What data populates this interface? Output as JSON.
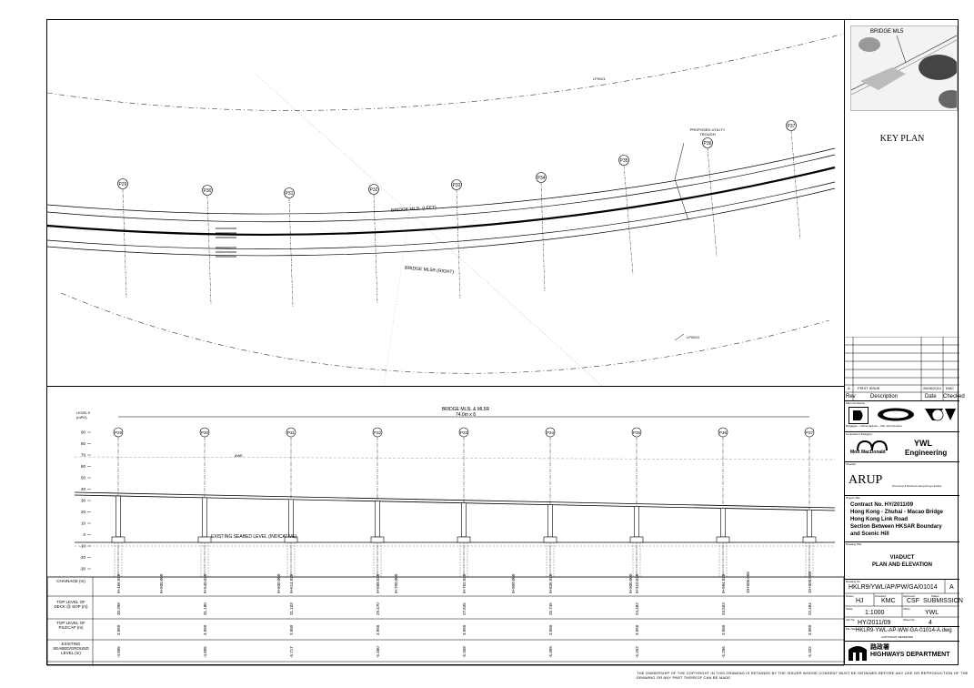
{
  "key_plan": {
    "title": "KEY PLAN",
    "bridge_label": "BRIDGE ML5"
  },
  "plan": {
    "piers": [
      "P29",
      "P30",
      "P31",
      "P32",
      "P33",
      "P34",
      "P35",
      "P36",
      "P37"
    ],
    "bridge_left": "BRIDGE ML5L (LEFT)",
    "bridge_right": "BRIDGE ML5R (RIGHT)",
    "utility_trough": "PROPOSED UTILITY TROUGH",
    "upper_label": "LP0021",
    "lower_label": "LP0024"
  },
  "elevation": {
    "bridge_label": "BRIDGE ML5L & ML5R",
    "span_label": "74.0m x 8",
    "levels_label": "LEVELS (mPD)",
    "axis_ticks": [
      "90",
      "80",
      "70",
      "60",
      "50",
      "40",
      "30",
      "20",
      "10",
      "0",
      "-10",
      "-20",
      "-30"
    ],
    "awl_label": "AWE",
    "seabed_label": "EXISTING SEABED LEVEL (INDICATIVE)",
    "piers": [
      "P29",
      "P30",
      "P31",
      "P32",
      "P33",
      "P34",
      "P35",
      "P36",
      "P37"
    ],
    "table": {
      "rows": [
        {
          "label": "CHAINAGE (m)",
          "values": [
            "9+466.028",
            "9+540.028",
            "9+614.028",
            "9+688.028",
            "9+762.028",
            "9+836.028",
            "9+910.028",
            "9+984.028",
            "10+058.028"
          ]
        },
        {
          "label": "TOP LEVEL OF DECK @ SOP (m)",
          "values": [
            "30.398",
            "31.180",
            "31.103",
            "29.470",
            "27.835",
            "25.745",
            "24.482",
            "23.563",
            "22.484"
          ]
        },
        {
          "label": "TOP LEVEL OF PILECAP (m)",
          "values": [
            "3.950",
            "3.950",
            "3.950",
            "3.950",
            "3.950",
            "3.950",
            "3.950",
            "3.950",
            "3.950"
          ]
        },
        {
          "label": "EXISTING SEABED/GROUND LEVEL (m)",
          "values": [
            "-4.805",
            "-4.805",
            "-5.717",
            "-5.460",
            "-5.358",
            "-5.309",
            "-5.252",
            "-5.256",
            "-5.322"
          ]
        }
      ],
      "intermediate_chainages": [
        "9+500.000",
        "9+600.000",
        "9+700.000",
        "9+800.000",
        "9+900.000",
        "10+000.000"
      ]
    }
  },
  "title_block": {
    "revision": {
      "rev": "A",
      "description": "FIRST ISSUE",
      "date": "26/06/2012",
      "checked": "KMC"
    },
    "revision_headers": {
      "rev": "Rev",
      "description": "Description",
      "date": "Date",
      "checked": "Checked"
    },
    "contractor_label": "Main Contractor",
    "contractor_caption": "Dragages - China Harbour - VSL Joint Venture",
    "designer_label": "Contractor's Designer",
    "mott": "Mott MacDonald",
    "ywl_1": "YWL",
    "ywl_2": "Engineering",
    "checker_label": "Checker",
    "arup": "ARUP",
    "arup_caption": "Ove Arup & Partners Hong Kong Limited",
    "project_label": "Project Title",
    "project_lines": [
      "Contract No. HY/2011/09",
      "Hong Kong - Zhuhai - Macao Bridge",
      "Hong Kong Link Road",
      "Section Between HKSAR Boundary",
      "and Scenic Hill"
    ],
    "drawing_title_label": "Drawing Title",
    "drawing_title": [
      "VIADUCT",
      "PLAN AND ELEVATION"
    ],
    "drawing_no_label": "Drawing No.",
    "drawing_no": "HKLR9/YWL/AP/PW/GA/01014",
    "rev_value": "A",
    "drawn_label": "Drawn",
    "drawn": "HJ",
    "checked_label": "Checked",
    "checked": "KMC",
    "approved_label": "Approved",
    "approved": "CSF",
    "status_label": "Status",
    "status": "SUBMISSION",
    "scale_label": "Scale",
    "scale": "1:1000",
    "office_label": "Office",
    "office": "YWL",
    "job_no_label": "Job No.",
    "job_no": "HY/2011/09",
    "sheet_no_label": "Sheet No.",
    "sheet_no": "4",
    "file_label": "File Name",
    "file_name": "HKLR9-YWL-AP-WW-GA-01014-A.dwg",
    "copyright": "COPYRIGHT RESERVED",
    "department": "HIGHWAYS DEPARTMENT"
  },
  "footer": {
    "note": "THE OWNERSHIP OF THE COPYRIGHT IN THIS DRAWING IS RETAINED BY THE ISSUER WHOSE CONSENT MUST BE OBTAINED BEFORE ANY USE OR REPRODUCTION OF THE DRAWING OR ANY PART THEREOF CAN BE MADE."
  }
}
